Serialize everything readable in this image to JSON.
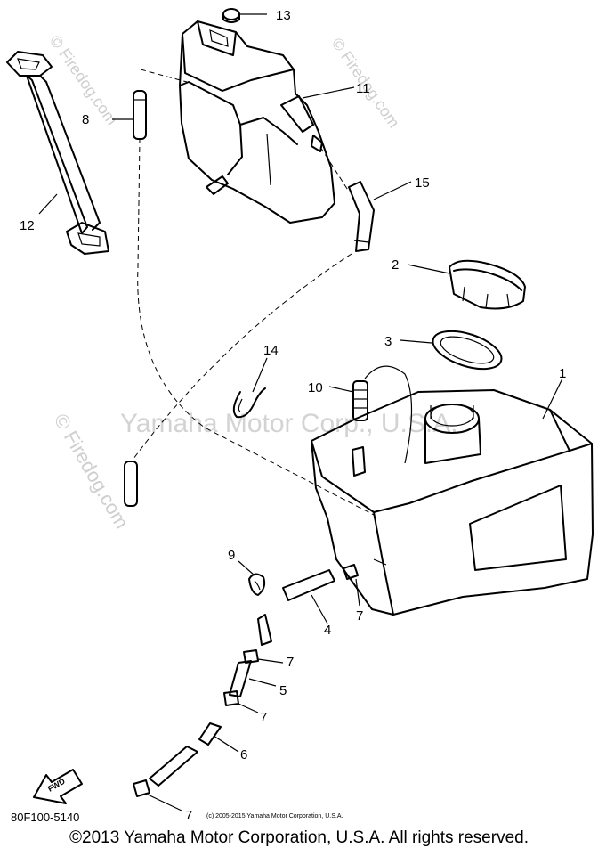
{
  "watermarks": {
    "center": "Yamaha Motor Corp., U.S.A.",
    "left": "© Firedog.com",
    "top_left": "© Firedog.com",
    "top_right": "© Firedog.com"
  },
  "callouts": [
    {
      "id": "13",
      "label": "13"
    },
    {
      "id": "11",
      "label": "11"
    },
    {
      "id": "8",
      "label": "8"
    },
    {
      "id": "12",
      "label": "12"
    },
    {
      "id": "15",
      "label": "15"
    },
    {
      "id": "2",
      "label": "2"
    },
    {
      "id": "3",
      "label": "3"
    },
    {
      "id": "14",
      "label": "14"
    },
    {
      "id": "10",
      "label": "10"
    },
    {
      "id": "1",
      "label": "1"
    },
    {
      "id": "9",
      "label": "9"
    },
    {
      "id": "7a",
      "label": "7"
    },
    {
      "id": "4",
      "label": "4"
    },
    {
      "id": "7b",
      "label": "7"
    },
    {
      "id": "5",
      "label": "5"
    },
    {
      "id": "7c",
      "label": "7"
    },
    {
      "id": "6",
      "label": "6"
    },
    {
      "id": "7d",
      "label": "7"
    }
  ],
  "fwd_label": "FWD",
  "diagram_code": "80F100-5140",
  "small_copyright": "(c) 2005-2015 Yamaha Motor Corporation, U.S.A.",
  "footer": "©2013 Yamaha Motor Corporation, U.S.A. All rights reserved."
}
